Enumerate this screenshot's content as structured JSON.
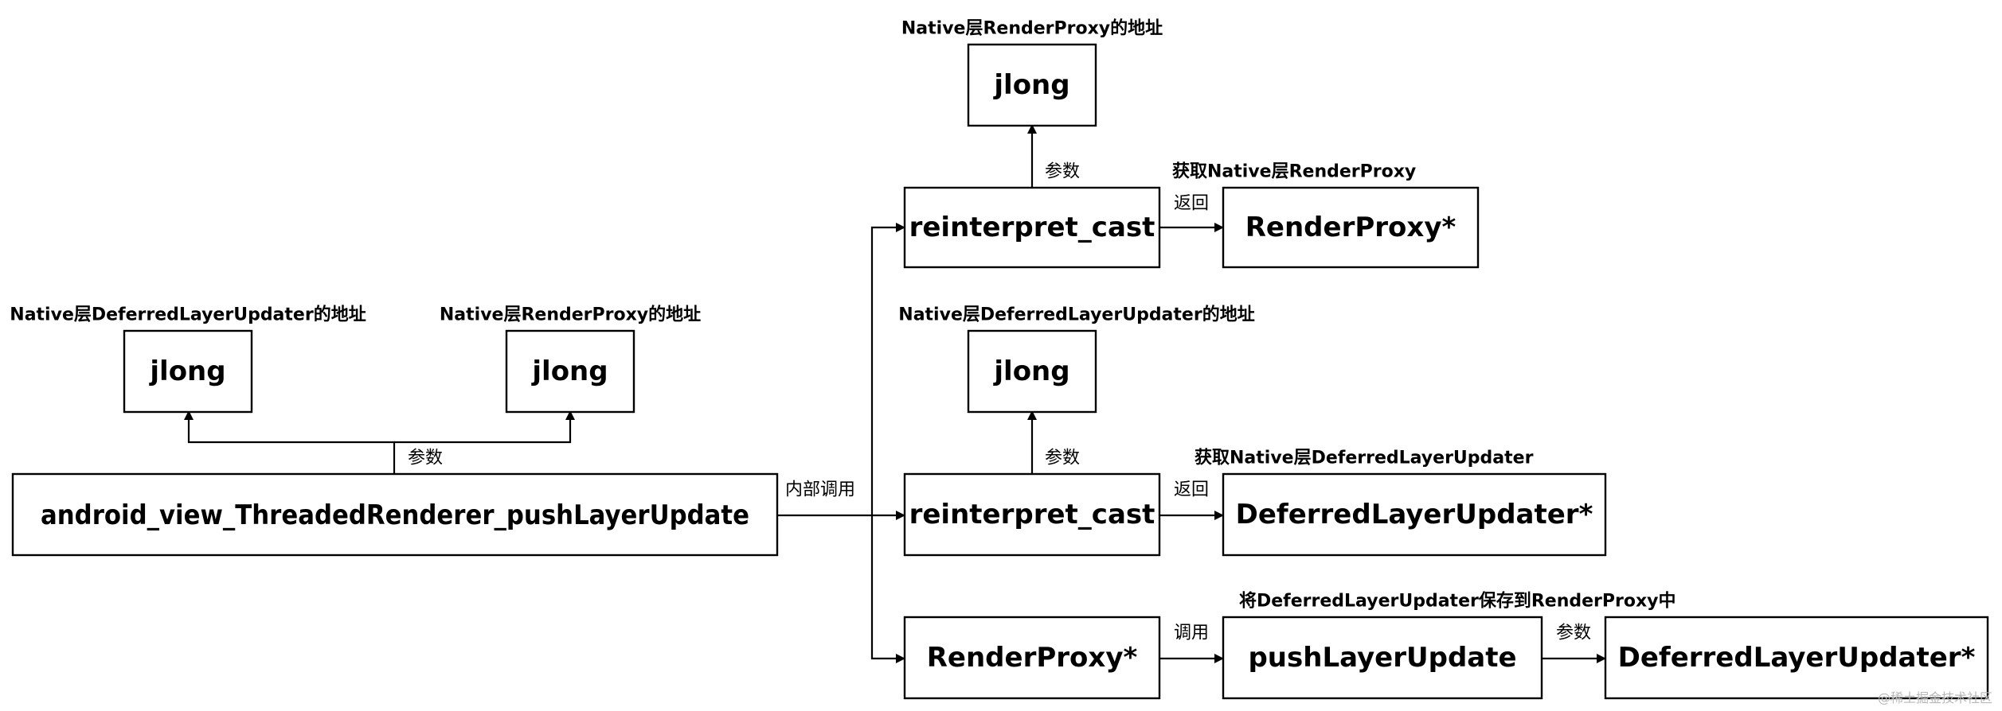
{
  "nodes": {
    "main_func": "android_view_ThreadedRenderer_pushLayerUpdate",
    "left_jlong_1": "jlong",
    "left_jlong_2": "jlong",
    "top_jlong": "jlong",
    "mid_jlong": "jlong",
    "cast_1": "reinterpret_cast",
    "cast_2": "reinterpret_cast",
    "render_proxy_result": "RenderProxy*",
    "deferred_result": "DeferredLayerUpdater*",
    "render_proxy_caller": "RenderProxy*",
    "push_layer_update": "pushLayerUpdate",
    "deferred_param": "DeferredLayerUpdater*"
  },
  "labels": {
    "left_jlong_1_caption": "Native层DeferredLayerUpdater的地址",
    "left_jlong_2_caption": "Native层RenderProxy的地址",
    "top_jlong_caption": "Native层RenderProxy的地址",
    "mid_jlong_caption": "Native层DeferredLayerUpdater的地址",
    "get_render_proxy": "获取Native层RenderProxy",
    "get_deferred": "获取Native层DeferredLayerUpdater",
    "save_caption": "将DeferredLayerUpdater保存到RenderProxy中"
  },
  "edges": {
    "param_main": "参数",
    "internal_call": "内部调用",
    "param_cast_1": "参数",
    "return_1": "返回",
    "param_cast_2": "参数",
    "return_2": "返回",
    "call": "调用",
    "param_push": "参数"
  },
  "watermark": "@稀土掘金技术社区"
}
